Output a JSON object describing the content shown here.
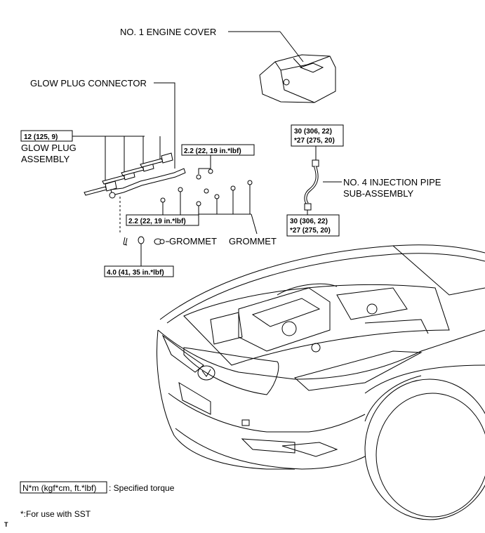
{
  "labels": {
    "engine_cover": "NO. 1 ENGINE COVER",
    "glow_plug_connector": "GLOW PLUG CONNECTOR",
    "glow_plug_assembly_1": "GLOW PLUG",
    "glow_plug_assembly_2": "ASSEMBLY",
    "injection_pipe_1": "NO. 4 INJECTION PIPE",
    "injection_pipe_2": "SUB-ASSEMBLY",
    "grommet_left": "GROMMET",
    "grommet_right": "GROMMET"
  },
  "torques": {
    "glow_plug": "12 (125, 9)",
    "connector_upper": "2.2 (22, 19 in.*lbf)",
    "connector_lower": "2.2 (22, 19 in.*lbf)",
    "pipe_top_1": "30 (306, 22)",
    "pipe_top_2": "*27 (275, 20)",
    "pipe_bottom_1": "30 (306, 22)",
    "pipe_bottom_2": "*27 (275, 20)",
    "nut": "4.0 (41, 35 in.*lbf)"
  },
  "legend": {
    "unit_box": "N*m (kgf*cm, ft.*lbf)",
    "unit_desc": ": Specified torque",
    "sst_note": "*:For use with SST",
    "corner_mark": "T"
  }
}
